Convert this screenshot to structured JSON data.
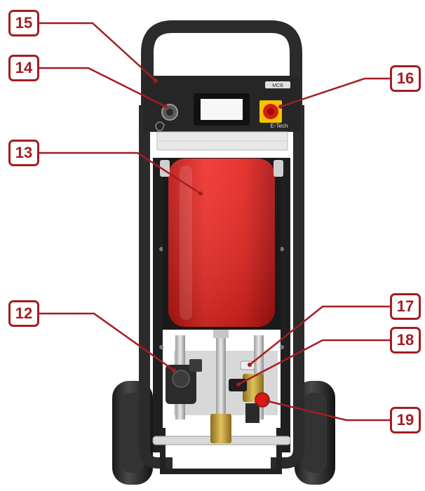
{
  "colors": {
    "accent": "#a31d22",
    "frame": "#2e2e2e",
    "vessel": "#e52521"
  },
  "device": {
    "brand_label": "E-Tech",
    "badge_label": "MCB"
  },
  "callouts": [
    {
      "number": "12",
      "part": "circulation-pump"
    },
    {
      "number": "13",
      "part": "expansion-vessel"
    },
    {
      "number": "14",
      "part": "power-socket"
    },
    {
      "number": "15",
      "part": "control-display"
    },
    {
      "number": "16",
      "part": "emergency-stop-switch"
    },
    {
      "number": "17",
      "part": "sensor-fitting"
    },
    {
      "number": "18",
      "part": "pipe-connector"
    },
    {
      "number": "19",
      "part": "red-valve-cap"
    }
  ]
}
